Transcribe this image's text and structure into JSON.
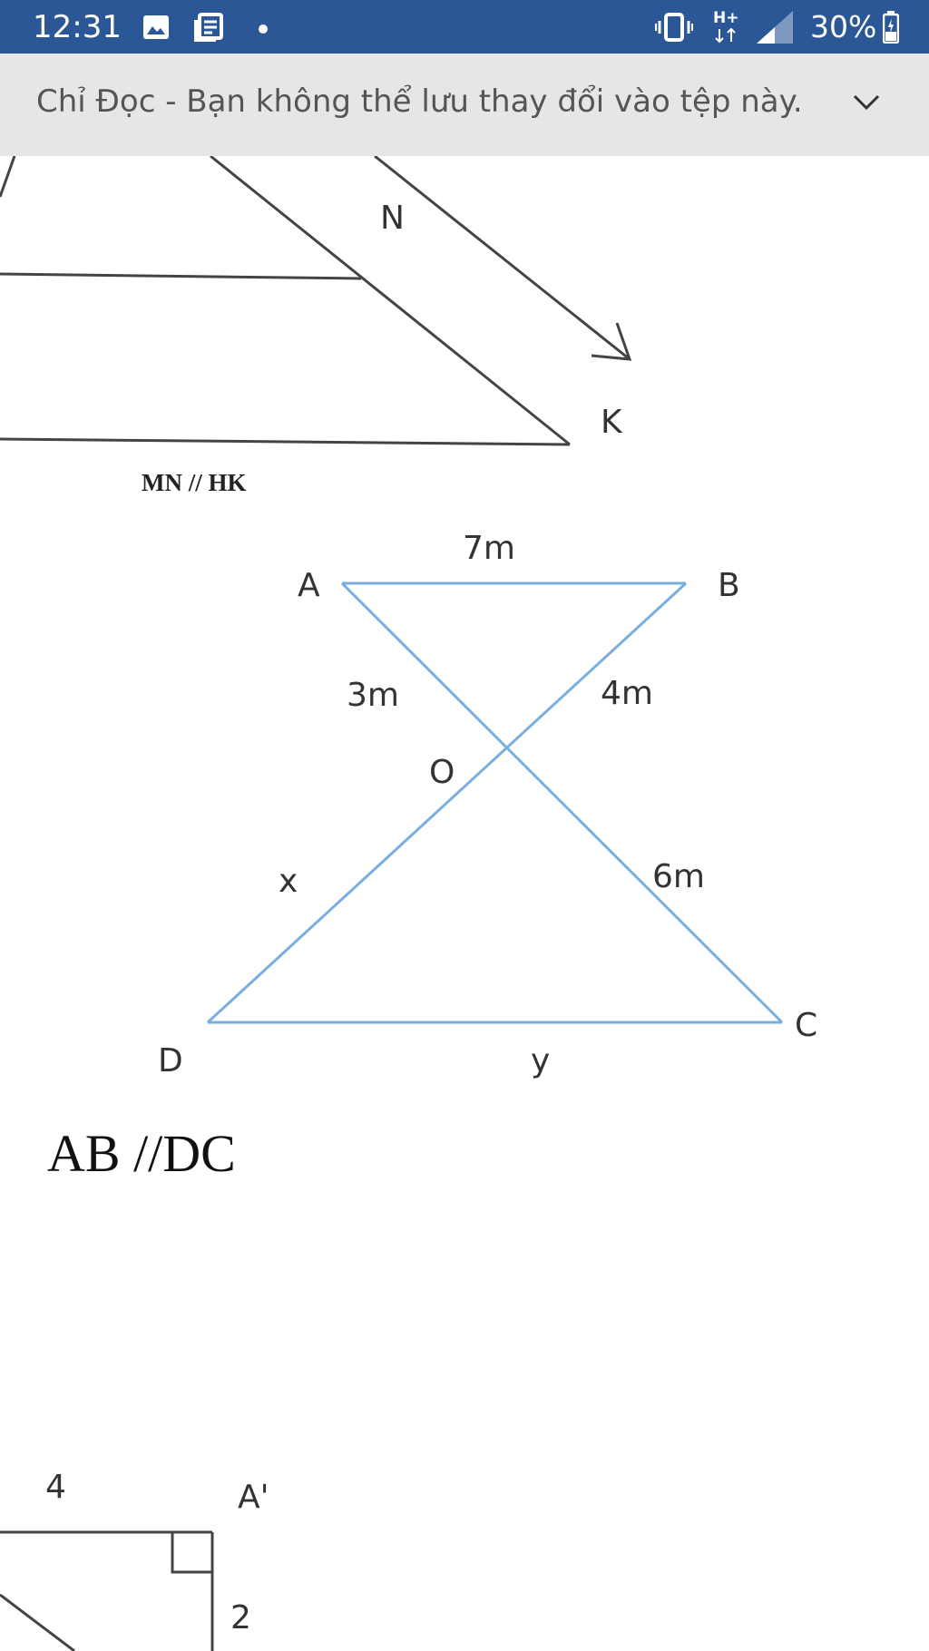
{
  "status_bar": {
    "time": "12:31",
    "network": "H+",
    "battery": "30%",
    "background_color": "#2b5797",
    "icons": [
      "image-icon",
      "news-icon",
      "dot-icon",
      "vibrate-icon",
      "hplus-icon",
      "signal-icon",
      "battery-icon"
    ]
  },
  "readonly_banner": {
    "text": "Chỉ Đọc - Bạn không thể lưu thay đổi vào tệp này.",
    "icon": "chevron-down-icon"
  },
  "document": {
    "figure1": {
      "labels": {
        "n": "N",
        "k": "K"
      },
      "caption": "MN // HK"
    },
    "figure2": {
      "line_color": "#7aaee0",
      "labels": {
        "a": "A",
        "b": "B",
        "o": "O",
        "d": "D",
        "c": "C",
        "ab": "7m",
        "ao": "3m",
        "bo": "4m",
        "oc": "6m",
        "od": "x",
        "dc": "y"
      },
      "caption": "AB //DC"
    },
    "figure3": {
      "labels": {
        "top": "4",
        "corner": "A'",
        "side": "2"
      }
    }
  }
}
